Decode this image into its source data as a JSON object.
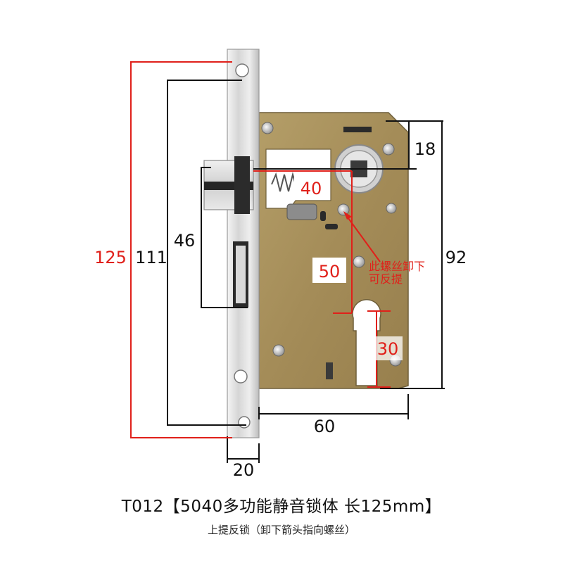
{
  "dimensions": {
    "overall_height": "125",
    "screw_span": "111",
    "latch_span": "46",
    "backset_latch": "40",
    "center_distance": "50",
    "top_offset": "18",
    "case_height": "92",
    "cylinder_height": "30",
    "backset": "60",
    "faceplate_width": "20"
  },
  "note": {
    "line1": "此螺丝卸下",
    "line2": "可反提"
  },
  "caption": {
    "title": "T012【5040多功能静音锁体 长125mm】",
    "subtitle": "上提反锁（卸下箭头指向螺丝）"
  },
  "colors": {
    "accent_red": "#e0201a",
    "dimension_black": "#111111",
    "case_gold": "#a8915c",
    "faceplate_silver": "#dcdcdc"
  }
}
